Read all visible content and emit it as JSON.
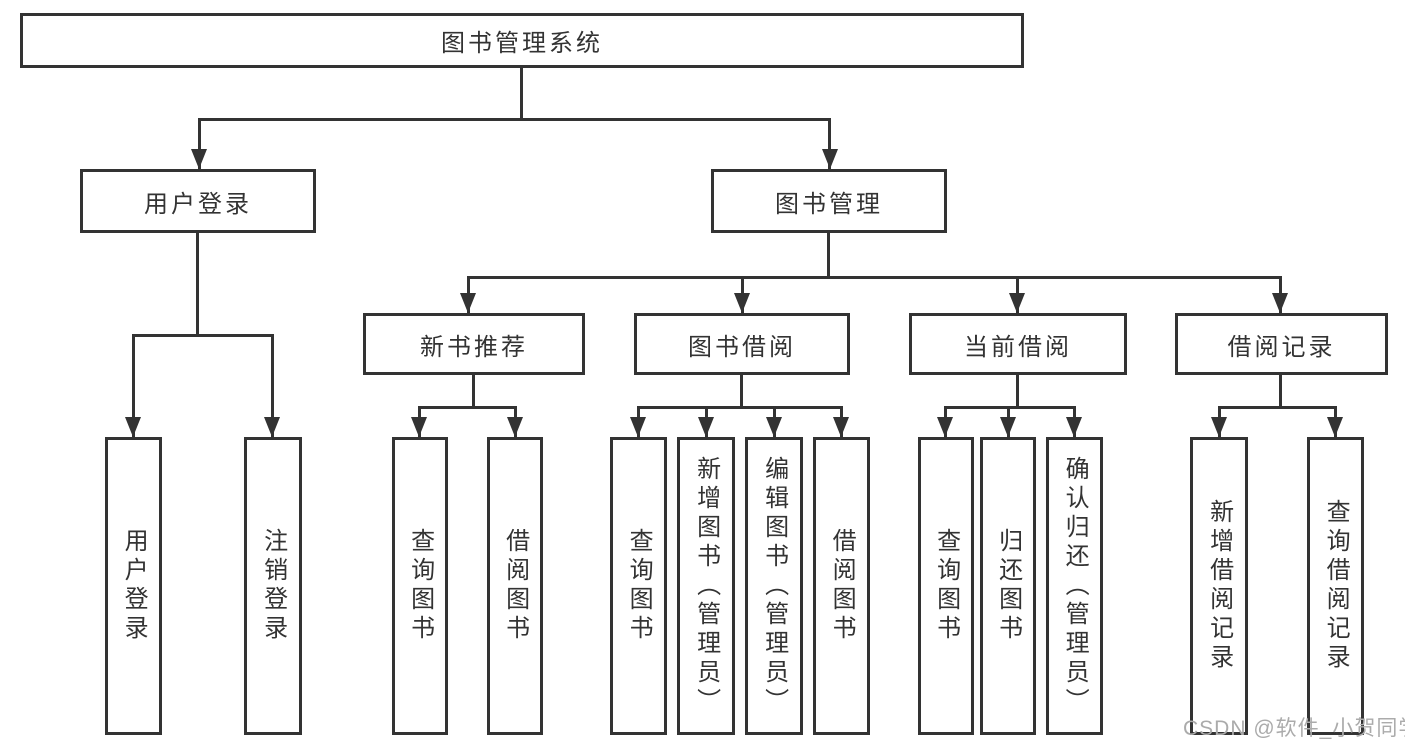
{
  "title": "图书管理系统",
  "nodes": {
    "root": "图书管理系统",
    "user_login": "用户登录",
    "book_mgmt": "图书管理",
    "new_book_rec": "新书推荐",
    "book_borrow": "图书借阅",
    "current_borrow": "当前借阅",
    "borrow_records": "借阅记录",
    "ul_login": "用户登录",
    "ul_logout": "注销登录",
    "nbr_query_book": "查询图书",
    "nbr_borrow_book": "借阅图书",
    "bb_query_book": "查询图书",
    "bb_add_book": "新增图书（管理员）",
    "bb_edit_book": "编辑图书（管理员）",
    "bb_borrow_book": "借阅图书",
    "cb_query_book": "查询图书",
    "cb_return_book": "归还图书",
    "cb_confirm_return": "确认归还（管理员）",
    "br_add_record": "新增借阅记录",
    "br_query_record": "查询借阅记录"
  },
  "edges": [
    {
      "from": "root",
      "to": "user_login"
    },
    {
      "from": "root",
      "to": "book_mgmt"
    },
    {
      "from": "user_login",
      "to": "ul_login"
    },
    {
      "from": "user_login",
      "to": "ul_logout"
    },
    {
      "from": "book_mgmt",
      "to": "new_book_rec"
    },
    {
      "from": "book_mgmt",
      "to": "book_borrow"
    },
    {
      "from": "book_mgmt",
      "to": "current_borrow"
    },
    {
      "from": "book_mgmt",
      "to": "borrow_records"
    },
    {
      "from": "new_book_rec",
      "to": "nbr_query_book"
    },
    {
      "from": "new_book_rec",
      "to": "nbr_borrow_book"
    },
    {
      "from": "book_borrow",
      "to": "bb_query_book"
    },
    {
      "from": "book_borrow",
      "to": "bb_add_book"
    },
    {
      "from": "book_borrow",
      "to": "bb_edit_book"
    },
    {
      "from": "book_borrow",
      "to": "bb_borrow_book"
    },
    {
      "from": "current_borrow",
      "to": "cb_query_book"
    },
    {
      "from": "current_borrow",
      "to": "cb_return_book"
    },
    {
      "from": "current_borrow",
      "to": "cb_confirm_return"
    },
    {
      "from": "borrow_records",
      "to": "br_add_record"
    },
    {
      "from": "borrow_records",
      "to": "br_query_record"
    }
  ],
  "watermark": "CSDN @软件_小贺同学",
  "colors": {
    "line": "#333333",
    "node_border": "#333333",
    "node_fill": "#ffffff",
    "text": "#333333",
    "watermark": "#ababab"
  }
}
